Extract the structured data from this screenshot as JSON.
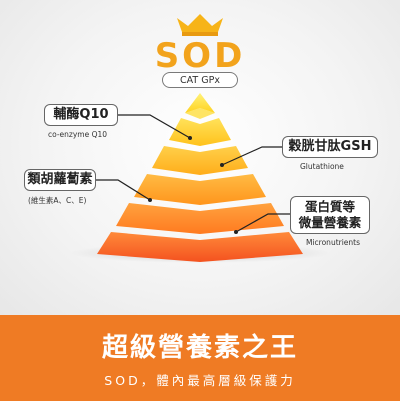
{
  "header": {
    "title": "SOD",
    "subtitle": "CAT GPx",
    "crown_icon": "crown-icon"
  },
  "labels": {
    "coq10": {
      "name": "輔酶Q10",
      "note": "co-enzyme Q10"
    },
    "glutathione": {
      "name": "穀胱甘肽GSH",
      "note": "Glutathione"
    },
    "carotenoids": {
      "name": "類胡蘿蔔素",
      "note": "(維生素A、C、E)"
    },
    "micronutrients": {
      "line1": "蛋白質等",
      "line2": "微量營養素",
      "note": "Micronutrients"
    }
  },
  "banner": {
    "title": "超級營養素之王",
    "subtitle": "SOD，體內最高層級保護力"
  },
  "colors": {
    "accent": "#f2a31c",
    "banner": "#ef7b24",
    "tier1": "#ffe44d",
    "tier2": "#ffd234",
    "tier3": "#ffbf28",
    "tier4": "#ffa42a",
    "tier5": "#ff8a2a",
    "tier6": "#f8612a"
  }
}
